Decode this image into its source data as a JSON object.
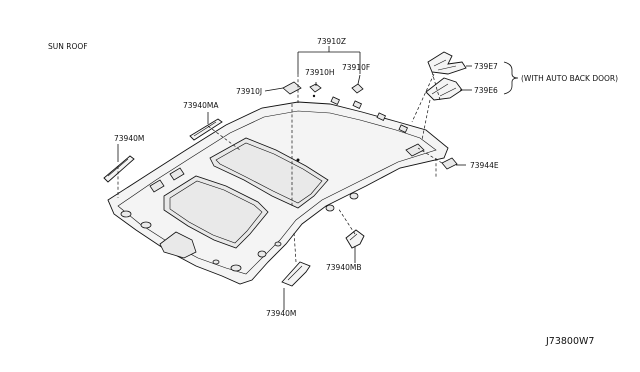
{
  "diagram": {
    "heading": "SUN ROOF",
    "footer_code": "J73800W7",
    "labels": {
      "p73910Z": "73910Z",
      "p73910H": "73910H",
      "p73910F": "73910F",
      "p73910J": "73910J",
      "p73940MA": "73940MA",
      "p73940M_left": "73940M",
      "p73940M_bottom": "73940M",
      "p73940MB": "73940MB",
      "p73944E": "73944E",
      "p739E7": "739E7",
      "p739E6": "739E6"
    },
    "note": "(WITH AUTO BACK DOOR)"
  }
}
